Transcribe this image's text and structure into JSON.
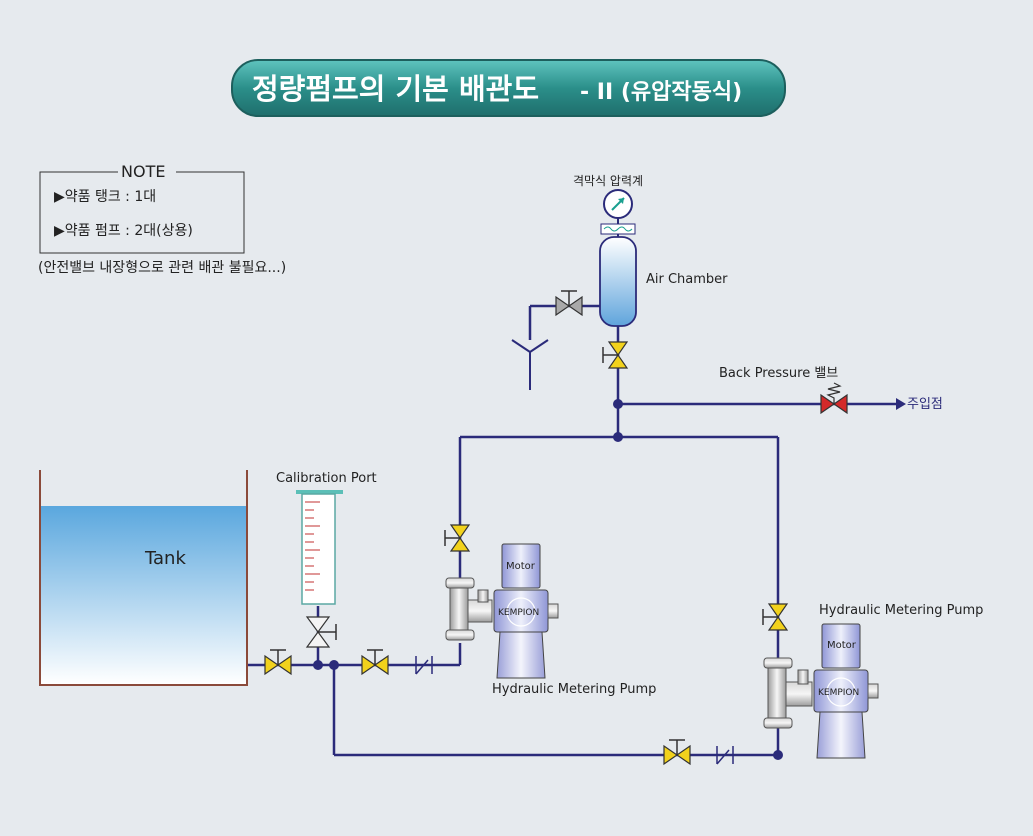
{
  "title": {
    "main": "정량펌프의 기본 배관도",
    "suffix": "- II (유압작동식)"
  },
  "note": {
    "heading": "NOTE",
    "lines": [
      "▶약품 탱크 : 1대",
      "▶약품 펌프 : 2대(상용)"
    ],
    "footnote": "(안전밸브 내장형으로 관련 배관 불필요...)"
  },
  "labels": {
    "gauge": "격막식 압력계",
    "air_chamber": "Air Chamber",
    "back_pressure": "Back Pressure 밸브",
    "injection_point": "주입점",
    "calibration_port": "Calibration Port",
    "tank": "Tank",
    "pump1": "Hydraulic Metering Pump",
    "pump2": "Hydraulic Metering Pump",
    "motor": "Motor",
    "brand": "KEMPION"
  },
  "colors": {
    "pipe": "#2b2b7a",
    "valve": "#f2d21c",
    "back_pressure_valve": "#d42a2a",
    "title_bg": "#2d8f8c",
    "tank_wall": "#8b4a3a"
  }
}
